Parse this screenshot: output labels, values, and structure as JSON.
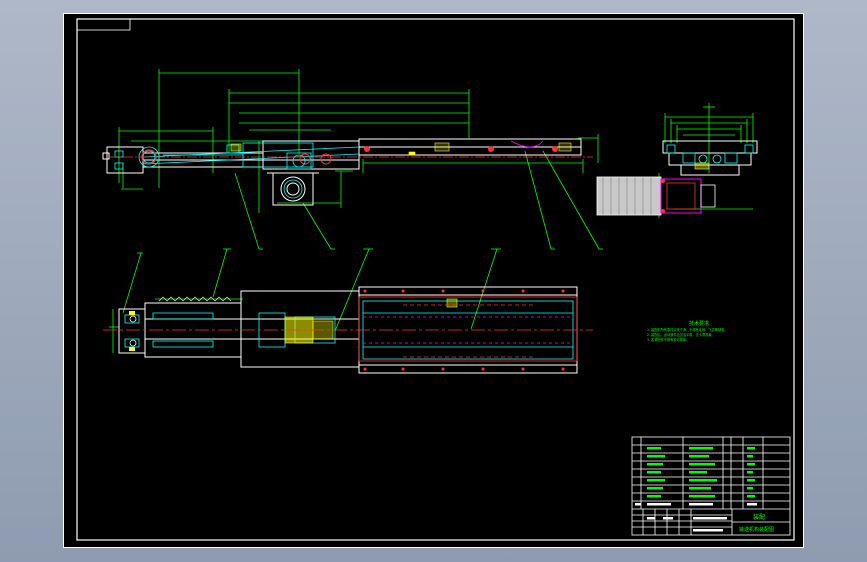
{
  "drawing": {
    "tech_notes_title": "技术要求",
    "tech_notes": [
      "1. 装配前所有零件清洗干净，不得有毛刺、飞边等缺陷。",
      "2. 装配后，运动部件应灵活平稳，无卡滞现象。",
      "3. 各紧固件不得有松动现象。"
    ]
  },
  "title_block": {
    "drawing_title": "装配",
    "drawing_name": "输送机构装配图"
  },
  "colors": {
    "background": "#000000",
    "frame": "#ffffff",
    "dimension": "#00ff00",
    "outline": "#00ffff",
    "centerline": "#ff3030",
    "hidden": "#ff00ff",
    "highlight": "#ffff00"
  }
}
